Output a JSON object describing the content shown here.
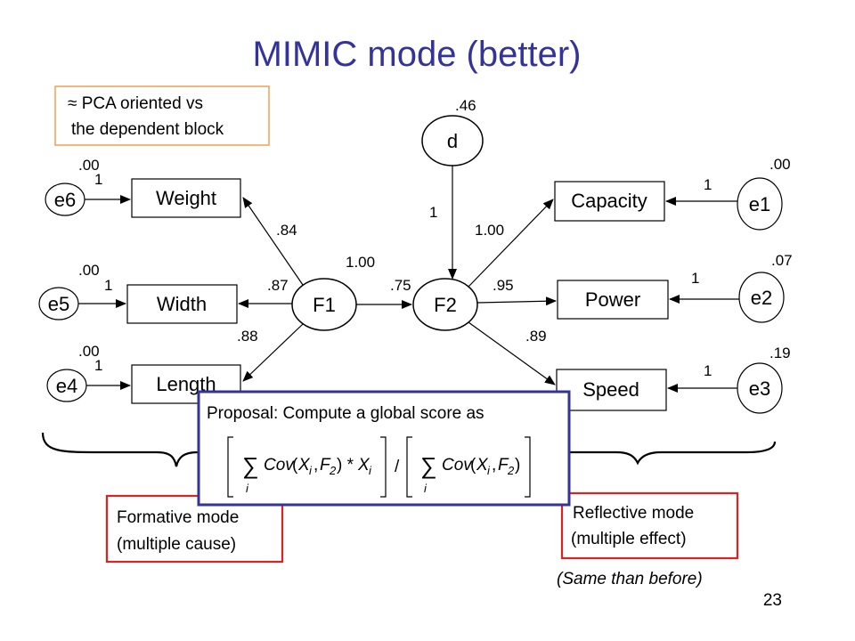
{
  "slide": {
    "title": "MIMIC mode (better)",
    "page_number": "23"
  },
  "note_box": {
    "line1": "≈ PCA oriented vs",
    "line2": "the dependent block",
    "border_color": "#f0a050"
  },
  "formative": {
    "indicators": [
      {
        "label": "Weight",
        "error": "e6",
        "error_variance": ".00",
        "error_path": "1",
        "loading": ".84"
      },
      {
        "label": "Width",
        "error": "e5",
        "error_variance": ".00",
        "error_path": "1",
        "loading": ".87"
      },
      {
        "label": "Length",
        "error": "e4",
        "error_variance": ".00",
        "error_path": "1",
        "loading": ".88"
      }
    ],
    "mode_line1": "Formative mode",
    "mode_line2": "(multiple cause)"
  },
  "latents": {
    "f1": "F1",
    "f2": "F2",
    "disturbance": "d",
    "disturbance_variance": ".46",
    "disturbance_path": "1",
    "f1_variance": "1.00",
    "f1_to_f2": ".75"
  },
  "reflective": {
    "indicators": [
      {
        "label": "Capacity",
        "error": "e1",
        "error_variance": ".00",
        "error_path": "1",
        "loading": "1.00"
      },
      {
        "label": "Power",
        "error": "e2",
        "error_variance": ".07",
        "error_path": "1",
        "loading": ".95"
      },
      {
        "label": "Speed",
        "error": "e3",
        "error_variance": ".19",
        "error_path": "1",
        "loading": ".89"
      }
    ],
    "mode_line1": "Reflective mode",
    "mode_line2": "(multiple effect)",
    "same_note": "(Same than before)"
  },
  "proposal": {
    "heading": "Proposal: Compute a global score as",
    "border_color": "#333399"
  },
  "colors": {
    "title": "#333399",
    "mode_box_border": "#dd2222"
  }
}
